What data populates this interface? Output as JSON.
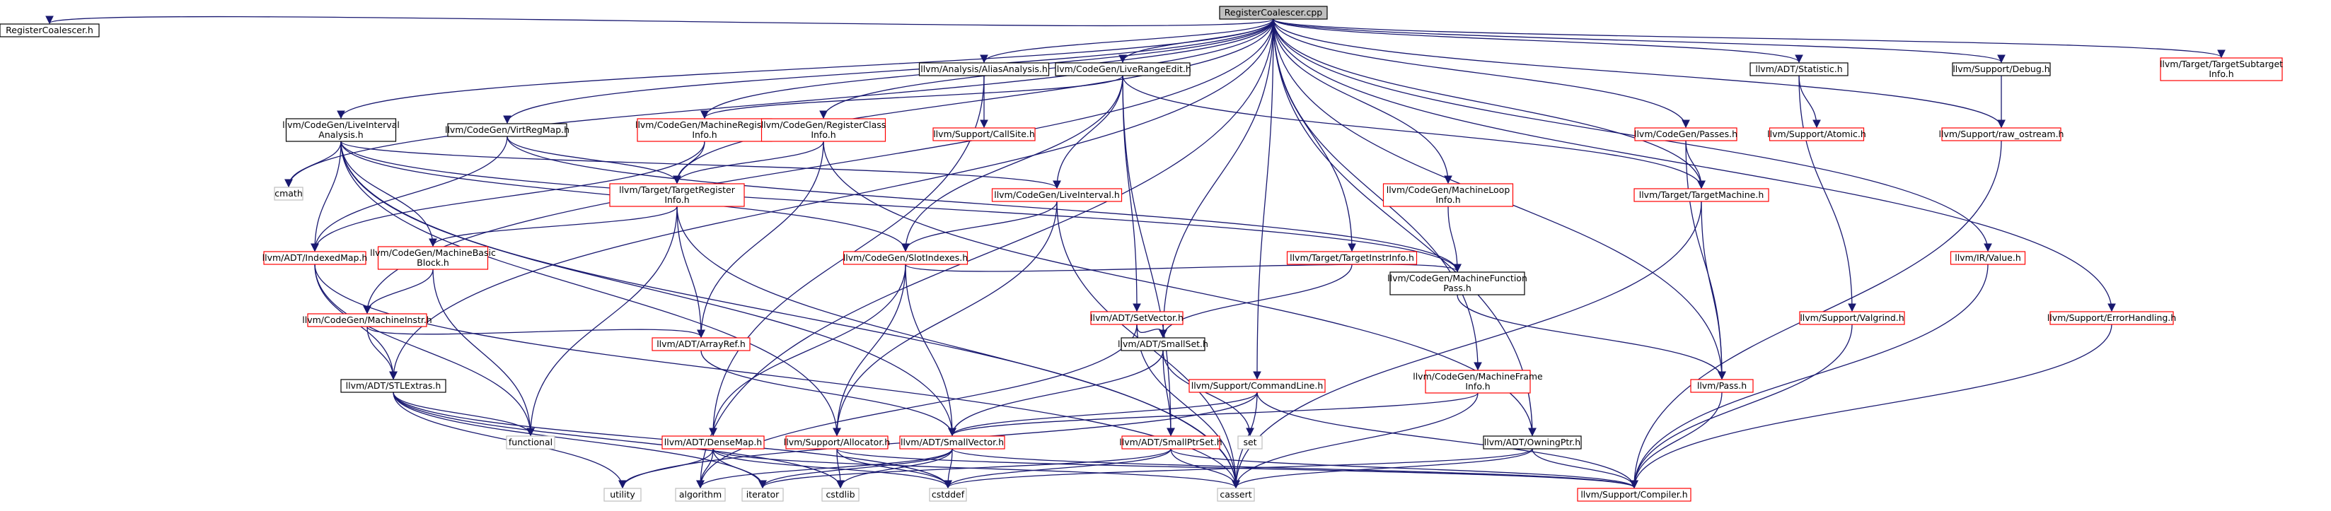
{
  "colors": {
    "root_fill": "#bfbfbf",
    "node_border": "#000000",
    "missing_border": "#ff0000",
    "system_border": "#bfbfbf",
    "edge": "#191970"
  },
  "nodes": [
    {
      "id": "root",
      "kind": "root",
      "lines": [
        "RegisterCoalescer.cpp"
      ]
    },
    {
      "id": "rch",
      "kind": "doc",
      "lines": [
        "RegisterCoalescer.h"
      ]
    },
    {
      "id": "aa",
      "kind": "doc",
      "lines": [
        "llvm/Analysis/AliasAnalysis.h"
      ]
    },
    {
      "id": "lre",
      "kind": "doc",
      "lines": [
        "llvm/CodeGen/LiveRangeEdit.h"
      ]
    },
    {
      "id": "stat",
      "kind": "doc",
      "lines": [
        "llvm/ADT/Statistic.h"
      ]
    },
    {
      "id": "dbg",
      "kind": "doc",
      "lines": [
        "llvm/Support/Debug.h"
      ]
    },
    {
      "id": "tsi",
      "kind": "missing",
      "lines": [
        "llvm/Target/TargetSubtarget",
        "Info.h"
      ]
    },
    {
      "id": "lia",
      "kind": "doc",
      "lines": [
        "llvm/CodeGen/LiveInterval",
        "Analysis.h"
      ]
    },
    {
      "id": "vrm",
      "kind": "doc",
      "lines": [
        "llvm/CodeGen/VirtRegMap.h"
      ]
    },
    {
      "id": "mri",
      "kind": "missing",
      "lines": [
        "llvm/CodeGen/MachineRegister",
        "Info.h"
      ]
    },
    {
      "id": "rci",
      "kind": "missing",
      "lines": [
        "llvm/CodeGen/RegisterClass",
        "Info.h"
      ]
    },
    {
      "id": "cs",
      "kind": "missing",
      "lines": [
        "llvm/Support/CallSite.h"
      ]
    },
    {
      "id": "passes",
      "kind": "missing",
      "lines": [
        "llvm/CodeGen/Passes.h"
      ]
    },
    {
      "id": "atomic",
      "kind": "missing",
      "lines": [
        "llvm/Support/Atomic.h"
      ]
    },
    {
      "id": "rawos",
      "kind": "missing",
      "lines": [
        "llvm/Support/raw_ostream.h"
      ]
    },
    {
      "id": "cmath",
      "kind": "system",
      "lines": [
        "cmath"
      ]
    },
    {
      "id": "tri",
      "kind": "missing",
      "lines": [
        "llvm/Target/TargetRegister",
        "Info.h"
      ]
    },
    {
      "id": "li",
      "kind": "missing",
      "lines": [
        "llvm/CodeGen/LiveInterval.h"
      ]
    },
    {
      "id": "mli",
      "kind": "missing",
      "lines": [
        "llvm/CodeGen/MachineLoop",
        "Info.h"
      ]
    },
    {
      "id": "tm",
      "kind": "missing",
      "lines": [
        "llvm/Target/TargetMachine.h"
      ]
    },
    {
      "id": "im",
      "kind": "missing",
      "lines": [
        "llvm/ADT/IndexedMap.h"
      ]
    },
    {
      "id": "mbb",
      "kind": "missing",
      "lines": [
        "llvm/CodeGen/MachineBasic",
        "Block.h"
      ]
    },
    {
      "id": "si",
      "kind": "missing",
      "lines": [
        "llvm/CodeGen/SlotIndexes.h"
      ]
    },
    {
      "id": "tii",
      "kind": "missing",
      "lines": [
        "llvm/Target/TargetInstrInfo.h"
      ]
    },
    {
      "id": "val",
      "kind": "missing",
      "lines": [
        "llvm/IR/Value.h"
      ]
    },
    {
      "id": "mfp",
      "kind": "doc",
      "lines": [
        "llvm/CodeGen/MachineFunction",
        "Pass.h"
      ]
    },
    {
      "id": "sv",
      "kind": "missing",
      "lines": [
        "llvm/ADT/SetVector.h"
      ]
    },
    {
      "id": "valg",
      "kind": "missing",
      "lines": [
        "llvm/Support/Valgrind.h"
      ]
    },
    {
      "id": "eh",
      "kind": "missing",
      "lines": [
        "llvm/Support/ErrorHandling.h"
      ]
    },
    {
      "id": "mi",
      "kind": "missing",
      "lines": [
        "llvm/CodeGen/MachineInstr.h"
      ]
    },
    {
      "id": "ar",
      "kind": "missing",
      "lines": [
        "llvm/ADT/ArrayRef.h"
      ]
    },
    {
      "id": "ss",
      "kind": "doc",
      "lines": [
        "llvm/ADT/SmallSet.h"
      ]
    },
    {
      "id": "mfi",
      "kind": "missing",
      "lines": [
        "llvm/CodeGen/MachineFrame",
        "Info.h"
      ]
    },
    {
      "id": "stlx",
      "kind": "doc",
      "lines": [
        "llvm/ADT/STLExtras.h"
      ]
    },
    {
      "id": "cl",
      "kind": "missing",
      "lines": [
        "llvm/Support/CommandLine.h"
      ]
    },
    {
      "id": "pass",
      "kind": "missing",
      "lines": [
        "llvm/Pass.h"
      ]
    },
    {
      "id": "func",
      "kind": "system",
      "lines": [
        "functional"
      ]
    },
    {
      "id": "set",
      "kind": "system",
      "lines": [
        "set"
      ]
    },
    {
      "id": "dm",
      "kind": "missing",
      "lines": [
        "llvm/ADT/DenseMap.h"
      ]
    },
    {
      "id": "alloc",
      "kind": "missing",
      "lines": [
        "llvm/Support/Allocator.h"
      ]
    },
    {
      "id": "svec",
      "kind": "missing",
      "lines": [
        "llvm/ADT/SmallVector.h"
      ]
    },
    {
      "id": "sps",
      "kind": "missing",
      "lines": [
        "llvm/ADT/SmallPtrSet.h"
      ]
    },
    {
      "id": "op",
      "kind": "doc",
      "lines": [
        "llvm/ADT/OwningPtr.h"
      ]
    },
    {
      "id": "utility",
      "kind": "system",
      "lines": [
        "utility"
      ]
    },
    {
      "id": "algo",
      "kind": "system",
      "lines": [
        "algorithm"
      ]
    },
    {
      "id": "iter",
      "kind": "system",
      "lines": [
        "iterator"
      ]
    },
    {
      "id": "cstdlib",
      "kind": "system",
      "lines": [
        "cstdlib"
      ]
    },
    {
      "id": "cstddef",
      "kind": "system",
      "lines": [
        "cstddef"
      ]
    },
    {
      "id": "cassert",
      "kind": "system",
      "lines": [
        "cassert"
      ]
    },
    {
      "id": "comp",
      "kind": "missing",
      "lines": [
        "llvm/Support/Compiler.h"
      ]
    }
  ],
  "edges": [
    [
      "root",
      "rch"
    ],
    [
      "root",
      "aa"
    ],
    [
      "root",
      "lre"
    ],
    [
      "root",
      "stat"
    ],
    [
      "root",
      "dbg"
    ],
    [
      "root",
      "tsi"
    ],
    [
      "root",
      "lia"
    ],
    [
      "root",
      "vrm"
    ],
    [
      "root",
      "mri"
    ],
    [
      "root",
      "rci"
    ],
    [
      "root",
      "passes"
    ],
    [
      "root",
      "rawos"
    ],
    [
      "root",
      "cmath"
    ],
    [
      "root",
      "tri"
    ],
    [
      "root",
      "mli"
    ],
    [
      "root",
      "tm"
    ],
    [
      "root",
      "tii"
    ],
    [
      "root",
      "val"
    ],
    [
      "root",
      "eh"
    ],
    [
      "root",
      "mi"
    ],
    [
      "root",
      "stlx"
    ],
    [
      "root",
      "ss"
    ],
    [
      "root",
      "cl"
    ],
    [
      "root",
      "mfi"
    ],
    [
      "root",
      "pass"
    ],
    [
      "root",
      "op"
    ],
    [
      "root",
      "algo"
    ],
    [
      "aa",
      "cs"
    ],
    [
      "aa",
      "dm"
    ],
    [
      "lre",
      "mri"
    ],
    [
      "lre",
      "li"
    ],
    [
      "lre",
      "si"
    ],
    [
      "lre",
      "sv"
    ],
    [
      "lre",
      "tm"
    ],
    [
      "lre",
      "sps"
    ],
    [
      "stat",
      "atomic"
    ],
    [
      "stat",
      "valg"
    ],
    [
      "dbg",
      "rawos"
    ],
    [
      "rawos",
      "comp"
    ],
    [
      "lia",
      "cmath"
    ],
    [
      "lia",
      "im"
    ],
    [
      "lia",
      "mbb"
    ],
    [
      "lia",
      "li"
    ],
    [
      "lia",
      "si"
    ],
    [
      "lia",
      "svec"
    ],
    [
      "lia",
      "alloc"
    ],
    [
      "lia",
      "mfp"
    ],
    [
      "lia",
      "cassert"
    ],
    [
      "vrm",
      "tri"
    ],
    [
      "vrm",
      "im"
    ],
    [
      "vrm",
      "mfp"
    ],
    [
      "mri",
      "tri"
    ],
    [
      "mri",
      "im"
    ],
    [
      "rci",
      "tri"
    ],
    [
      "rci",
      "ar"
    ],
    [
      "rci",
      "op"
    ],
    [
      "passes",
      "tm"
    ],
    [
      "passes",
      "pass"
    ],
    [
      "tri",
      "mbb"
    ],
    [
      "tri",
      "ar"
    ],
    [
      "tri",
      "func"
    ],
    [
      "tri",
      "cassert"
    ],
    [
      "li",
      "si"
    ],
    [
      "li",
      "alloc"
    ],
    [
      "li",
      "cassert"
    ],
    [
      "mli",
      "mfp"
    ],
    [
      "tm",
      "pass"
    ],
    [
      "tm",
      "cassert"
    ],
    [
      "im",
      "stlx"
    ],
    [
      "im",
      "func"
    ],
    [
      "im",
      "cassert"
    ],
    [
      "mbb",
      "mi"
    ],
    [
      "mbb",
      "func"
    ],
    [
      "si",
      "mfp"
    ],
    [
      "si",
      "alloc"
    ],
    [
      "si",
      "dm"
    ],
    [
      "si",
      "svec"
    ],
    [
      "tii",
      "ss"
    ],
    [
      "val",
      "comp"
    ],
    [
      "mfp",
      "pass"
    ],
    [
      "sv",
      "ss"
    ],
    [
      "sv",
      "cassert"
    ],
    [
      "sv",
      "algo"
    ],
    [
      "valg",
      "comp"
    ],
    [
      "eh",
      "comp"
    ],
    [
      "mi",
      "stlx"
    ],
    [
      "mi",
      "ar"
    ],
    [
      "ar",
      "svec"
    ],
    [
      "ss",
      "svec"
    ],
    [
      "ss",
      "sps"
    ],
    [
      "ss",
      "set"
    ],
    [
      "mfi",
      "svec"
    ],
    [
      "mfi",
      "cassert"
    ],
    [
      "stlx",
      "func"
    ],
    [
      "stlx",
      "utility"
    ],
    [
      "stlx",
      "iter"
    ],
    [
      "stlx",
      "cstddef"
    ],
    [
      "stlx",
      "cstdlib"
    ],
    [
      "cl",
      "svec"
    ],
    [
      "cl",
      "comp"
    ],
    [
      "cl",
      "cassert"
    ],
    [
      "cl",
      "utility"
    ],
    [
      "pass",
      "comp"
    ],
    [
      "dm",
      "utility"
    ],
    [
      "dm",
      "algo"
    ],
    [
      "dm",
      "iter"
    ],
    [
      "dm",
      "cassert"
    ],
    [
      "dm",
      "cstddef"
    ],
    [
      "alloc",
      "cstdlib"
    ],
    [
      "alloc",
      "cstddef"
    ],
    [
      "alloc",
      "comp"
    ],
    [
      "svec",
      "algo"
    ],
    [
      "svec",
      "iter"
    ],
    [
      "svec",
      "cstddef"
    ],
    [
      "svec",
      "cstdlib"
    ],
    [
      "svec",
      "comp"
    ],
    [
      "sps",
      "cstddef"
    ],
    [
      "sps",
      "cassert"
    ],
    [
      "sps",
      "comp"
    ],
    [
      "sps",
      "iter"
    ],
    [
      "op",
      "cassert"
    ],
    [
      "op",
      "cstddef"
    ],
    [
      "op",
      "comp"
    ]
  ]
}
